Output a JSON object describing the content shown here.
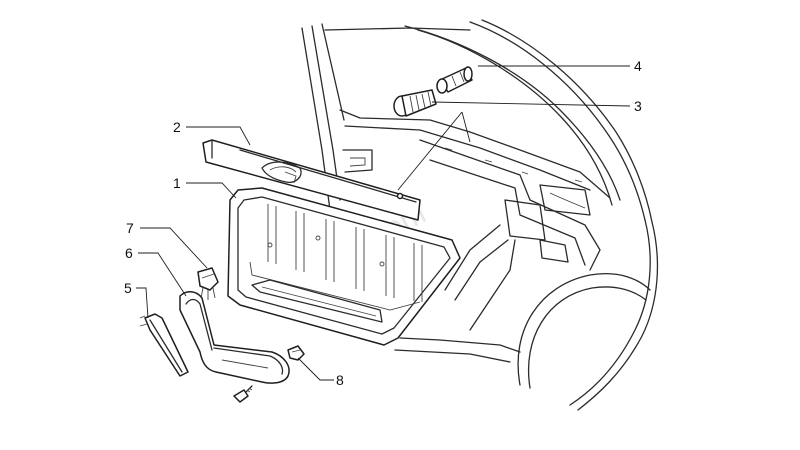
{
  "watermark": "itstro.com",
  "callouts": [
    {
      "id": "1",
      "label": "1"
    },
    {
      "id": "2",
      "label": "2"
    },
    {
      "id": "3",
      "label": "3"
    },
    {
      "id": "4",
      "label": "4"
    },
    {
      "id": "5",
      "label": "5"
    },
    {
      "id": "6",
      "label": "6"
    },
    {
      "id": "7",
      "label": "7"
    },
    {
      "id": "8",
      "label": "8"
    }
  ],
  "colors": {
    "line": "#1f1f1f",
    "background": "#ffffff",
    "watermark": "#d4d4d4"
  }
}
